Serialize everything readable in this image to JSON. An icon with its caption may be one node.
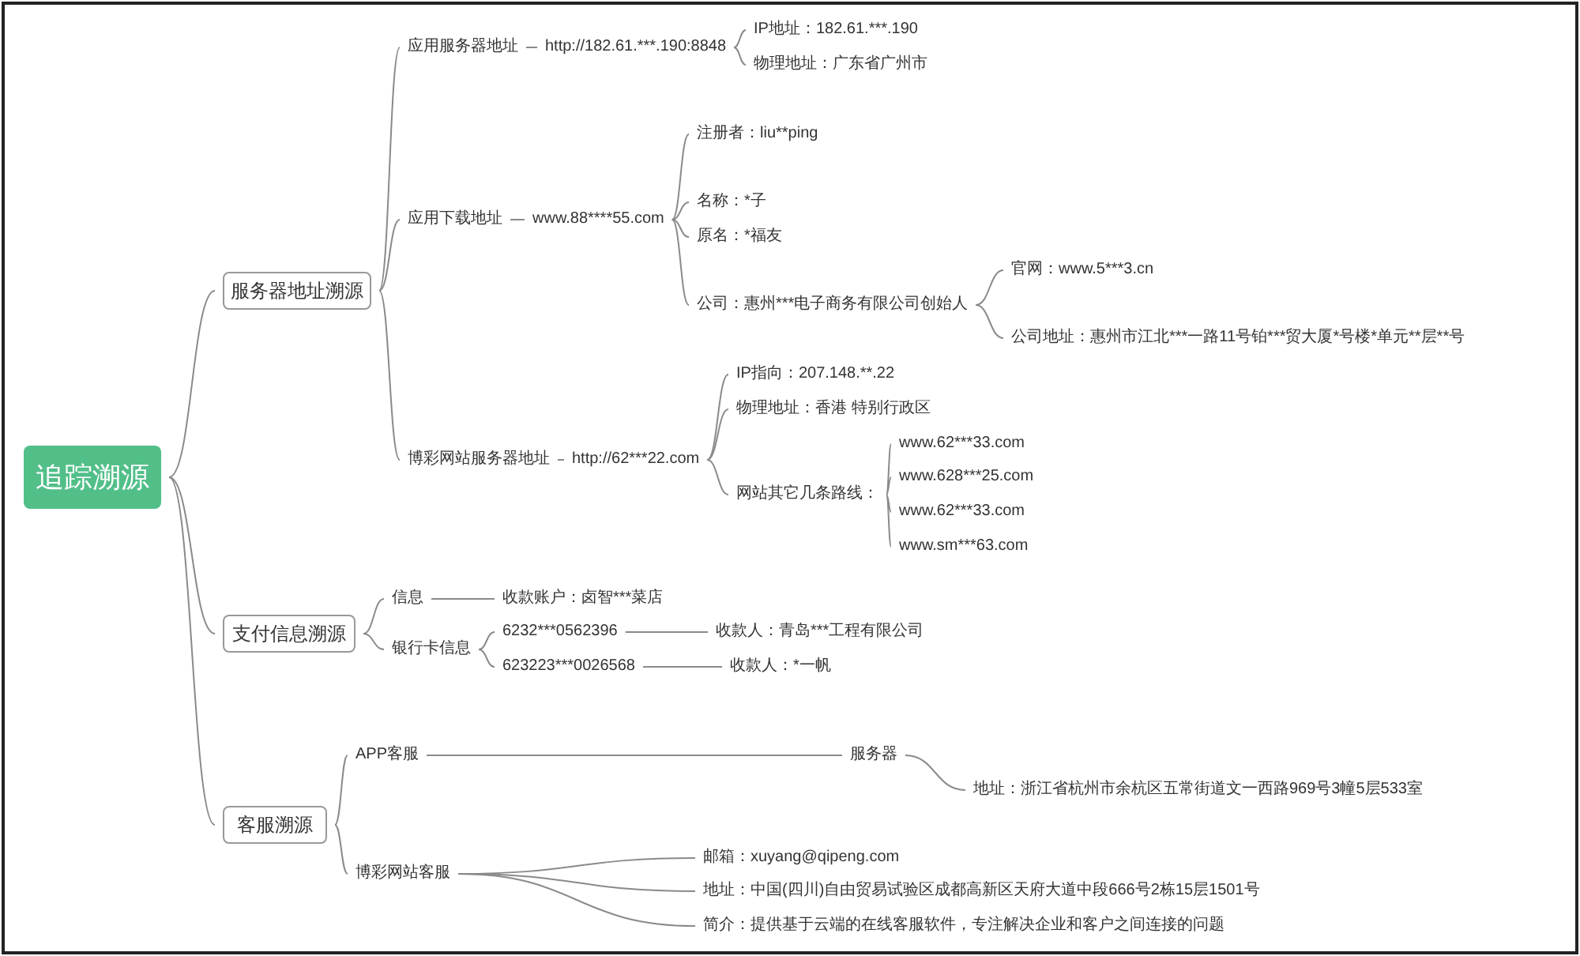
{
  "diagram": {
    "nodes": [
      {
        "text": [
          "追踪溯源"
        ]
      },
      {
        "text": [
          "服务器地址溯源"
        ]
      },
      {
        "text": [
          "应用服务器地址"
        ]
      },
      {
        "text": [
          "http://182.61.***.190:8848"
        ]
      },
      {
        "text": [
          "IP地址：182.61.***.190"
        ]
      },
      {
        "text": [
          "物理地址：广东省广州市"
        ]
      },
      {
        "text": [
          "应用下载地址"
        ]
      },
      {
        "text": [
          "www.88****55.com"
        ]
      },
      {
        "text": [
          "注册者：liu**ping"
        ]
      },
      {
        "text": [
          "名称：*子"
        ]
      },
      {
        "text": [
          "原名：*福友"
        ]
      },
      {
        "text": [
          "公司：惠州***电子商务有限公司创始人"
        ]
      },
      {
        "text": [
          "官网：www.5***3.cn"
        ]
      },
      {
        "text": [
          "公司地址：惠州市江北***一路11号铂***贸大厦*号楼*单元**层**号"
        ]
      },
      {
        "text": [
          "博彩网站服务器地址"
        ]
      },
      {
        "text": [
          "http://62***22.com"
        ]
      },
      {
        "text": [
          "IP指向：207.148.**.22"
        ]
      },
      {
        "text": [
          "物理地址：香港 特别行政区"
        ]
      },
      {
        "text": [
          "网站其它几条路线："
        ]
      },
      {
        "text": [
          "www.62***33.com"
        ]
      },
      {
        "text": [
          "www.628***25.com"
        ]
      },
      {
        "text": [
          "www.62***33.com"
        ]
      },
      {
        "text": [
          "www.sm***63.com"
        ]
      },
      {
        "text": [
          "支付信息溯源"
        ]
      },
      {
        "text": [
          "信息"
        ]
      },
      {
        "text": [
          "收款账户：卤智***菜店"
        ]
      },
      {
        "text": [
          "银行卡信息"
        ]
      },
      {
        "text": [
          "6232***0562396"
        ]
      },
      {
        "text": [
          "收款人：青岛***工程有限公司"
        ]
      },
      {
        "text": [
          "623223***0026568"
        ]
      },
      {
        "text": [
          "收款人：*一帆"
        ]
      },
      {
        "text": [
          "客服溯源"
        ]
      },
      {
        "text": [
          "APP客服"
        ]
      },
      {
        "text": [
          "服务器"
        ]
      },
      {
        "text": [
          "地址：浙江省杭州市余杭区五常街道文一西路969号3幢5层533室"
        ]
      },
      {
        "text": [
          "博彩网站客服"
        ]
      },
      {
        "text": [
          "邮箱：xuyang@qipeng.com"
        ]
      },
      {
        "text": [
          "地址：中国(四川)自由贸易试验区成都高新区天府大道中段666号2栋15层1501号"
        ]
      },
      {
        "text": [
          "简介：提供基于云端的在线客服软件，专注解决企业和客户之间连接的问题"
        ]
      }
    ],
    "edges": [
      {
        "from": 0,
        "to": 1,
        "arrow": "none"
      },
      {
        "from": 1,
        "to": 2,
        "arrow": "none"
      },
      {
        "from": 2,
        "to": 3,
        "arrow": "none"
      },
      {
        "from": 3,
        "to": 4,
        "arrow": "none"
      },
      {
        "from": 3,
        "to": 5,
        "arrow": "none"
      },
      {
        "from": 1,
        "to": 6,
        "arrow": "none"
      },
      {
        "from": 6,
        "to": 7,
        "arrow": "none"
      },
      {
        "from": 7,
        "to": 8,
        "arrow": "none"
      },
      {
        "from": 7,
        "to": 9,
        "arrow": "none"
      },
      {
        "from": 7,
        "to": 10,
        "arrow": "none"
      },
      {
        "from": 7,
        "to": 11,
        "arrow": "none"
      },
      {
        "from": 11,
        "to": 12,
        "arrow": "none"
      },
      {
        "from": 11,
        "to": 13,
        "arrow": "none"
      },
      {
        "from": 1,
        "to": 14,
        "arrow": "none"
      },
      {
        "from": 14,
        "to": 15,
        "arrow": "none"
      },
      {
        "from": 15,
        "to": 16,
        "arrow": "none"
      },
      {
        "from": 15,
        "to": 17,
        "arrow": "none"
      },
      {
        "from": 15,
        "to": 18,
        "arrow": "none"
      },
      {
        "from": 18,
        "to": 19,
        "arrow": "none"
      },
      {
        "from": 18,
        "to": 20,
        "arrow": "none"
      },
      {
        "from": 18,
        "to": 21,
        "arrow": "none"
      },
      {
        "from": 18,
        "to": 22,
        "arrow": "none"
      },
      {
        "from": 0,
        "to": 23,
        "arrow": "none"
      },
      {
        "from": 23,
        "to": 24,
        "arrow": "none"
      },
      {
        "from": 24,
        "to": 25,
        "arrow": "none"
      },
      {
        "from": 23,
        "to": 26,
        "arrow": "none"
      },
      {
        "from": 26,
        "to": 27,
        "arrow": "none"
      },
      {
        "from": 27,
        "to": 28,
        "arrow": "none"
      },
      {
        "from": 26,
        "to": 29,
        "arrow": "none"
      },
      {
        "from": 29,
        "to": 30,
        "arrow": "none"
      },
      {
        "from": 0,
        "to": 31,
        "arrow": "none"
      },
      {
        "from": 31,
        "to": 32,
        "arrow": "none"
      },
      {
        "from": 32,
        "to": 33,
        "arrow": "none"
      },
      {
        "from": 33,
        "to": 34,
        "arrow": "none"
      },
      {
        "from": 31,
        "to": 35,
        "arrow": "none"
      },
      {
        "from": 35,
        "to": 36,
        "arrow": "none"
      },
      {
        "from": 35,
        "to": 37,
        "arrow": "none"
      },
      {
        "from": 35,
        "to": 38,
        "arrow": "none"
      }
    ]
  }
}
